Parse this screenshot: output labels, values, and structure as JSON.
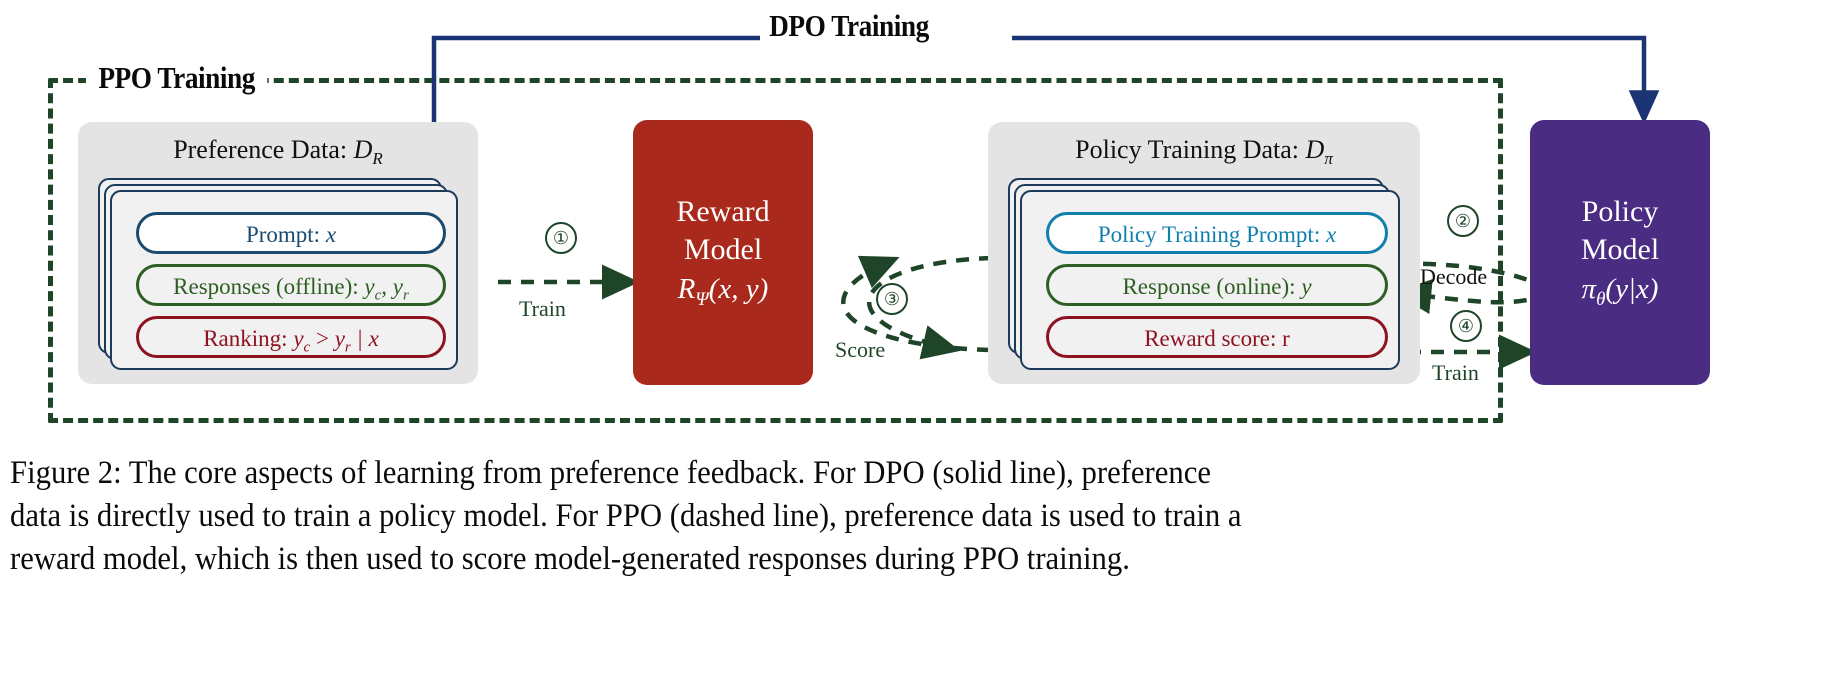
{
  "figure": {
    "ppo_region_label": "PPO Training",
    "dpo_flow_label": "DPO Training"
  },
  "preference_data": {
    "title_text": "Preference Data: ",
    "title_symbol": "D",
    "title_sub": "R",
    "rows": [
      {
        "label": "Prompt: ",
        "symbol": "x",
        "color": "#1b4a6e",
        "style": "pill-navy",
        "name": "prompt-pill"
      },
      {
        "label": "Responses (offline): ",
        "symbol": "y",
        "sub": "c",
        "symbol2": "y",
        "sub2": "r",
        "color": "#2d5e22",
        "style": "pill-green",
        "name": "responses-pill"
      },
      {
        "label": "Ranking: ",
        "symbol": "y",
        "sub": "c",
        "op": " > ",
        "symbol2": "y",
        "sub2": "r",
        "cond": "  |  x",
        "color": "#8e1220",
        "style": "pill-red",
        "name": "ranking-pill"
      }
    ]
  },
  "reward_model": {
    "line1": "Reward",
    "line2": "Model",
    "formula_main": "R",
    "formula_sub": "Ψ",
    "formula_args": "(x, y)",
    "color": "#a92a1c"
  },
  "policy_training_data": {
    "title_text": "Policy Training Data: ",
    "title_symbol": "D",
    "title_sub": "π",
    "rows": [
      {
        "label": "Policy Training Prompt: ",
        "symbol": "x",
        "color": "#1180ad",
        "style": "pill-teal",
        "name": "policy-prompt-pill"
      },
      {
        "label": "Response (online): ",
        "symbol": "y",
        "color": "#2d5e22",
        "style": "pill-green",
        "name": "response-online-pill"
      },
      {
        "label": "Reward score: r",
        "symbol": "",
        "color": "#8e1220",
        "style": "pill-red",
        "name": "reward-score-pill"
      }
    ]
  },
  "policy_model": {
    "line1": "Policy",
    "line2": "Model",
    "formula_main": "π",
    "formula_sub": "θ",
    "formula_args": "(y|x)",
    "color": "#4a2c83"
  },
  "edges": [
    {
      "step": "①",
      "label": "Train",
      "name": "edge-train-reward"
    },
    {
      "step": "②",
      "label": "Decode",
      "name": "edge-decode"
    },
    {
      "step": "③",
      "label": "Score",
      "name": "edge-score"
    },
    {
      "step": "④",
      "label": "Train",
      "name": "edge-train-policy"
    }
  ],
  "caption": {
    "line1": "Figure 2: The core aspects of learning from preference feedback. For DPO (solid line), preference",
    "line2": "data is directly used to train a policy model. For PPO (dashed line), preference data is used to train a",
    "line3": "reward model, which is then used to score model-generated responses during PPO training."
  },
  "colors": {
    "ppo_dash": "#1f4529",
    "dpo_solid": "#1b3473",
    "reward": "#a92a1c",
    "policy": "#4a2c83",
    "panel_bg": "#e4e4e4"
  }
}
